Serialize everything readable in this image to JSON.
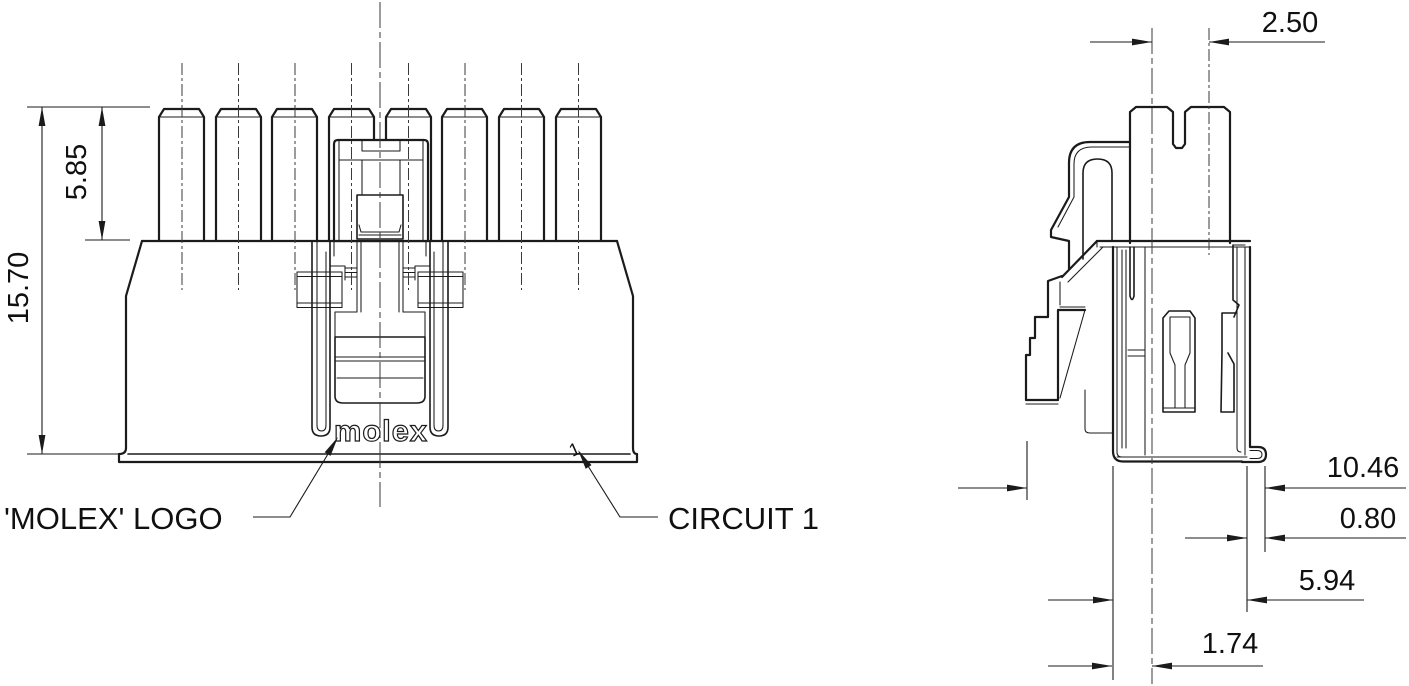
{
  "drawing": {
    "type": "connector engineering drawing",
    "colors": {
      "line": "#1b1b1b",
      "background": "#ffffff"
    }
  },
  "views": {
    "front": {
      "dims": {
        "total_height": "15.70",
        "pin_height": "5.85"
      },
      "labels": {
        "logo": "'MOLEX' LOGO",
        "circuit": "CIRCUIT 1"
      },
      "part_marking": "molex",
      "circuit_marker": "1"
    },
    "side": {
      "dims": {
        "pitch": "2.50",
        "overall_width": "10.46",
        "pin_thickness": "0.80",
        "body_depth": "5.94",
        "lead_offset": "1.74"
      }
    }
  }
}
